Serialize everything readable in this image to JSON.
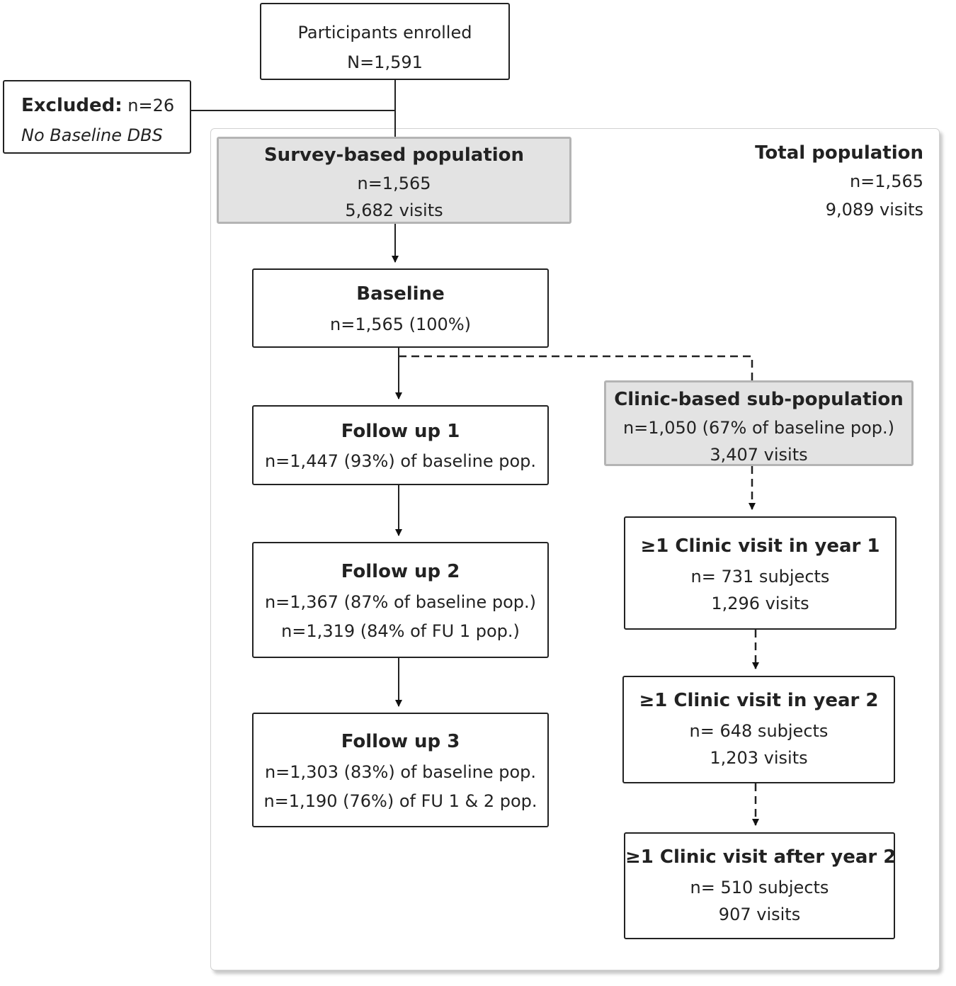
{
  "enrolled": {
    "title": "Participants enrolled",
    "count": "N=1,591"
  },
  "excluded": {
    "label": "Excluded:",
    "count": "n=26",
    "reason": "No Baseline DBS"
  },
  "total": {
    "title": "Total population",
    "count": "n=1,565",
    "visits": "9,089 visits"
  },
  "survey": {
    "title": "Survey-based population",
    "count": "n=1,565",
    "visits": "5,682 visits"
  },
  "baseline": {
    "title": "Baseline",
    "count": "n=1,565 (100%)"
  },
  "fu1": {
    "title": "Follow up 1",
    "line1": "n=1,447 (93%) of baseline pop."
  },
  "fu2": {
    "title": "Follow up 2",
    "line1": "n=1,367 (87% of baseline pop.)",
    "line2": "n=1,319 (84% of FU 1 pop.)"
  },
  "fu3": {
    "title": "Follow up 3",
    "line1": "n=1,303 (83%) of baseline pop.",
    "line2": "n=1,190 (76%) of FU 1 & 2 pop."
  },
  "clinic": {
    "title": "Clinic-based sub-population",
    "count": "n=1,050 (67% of baseline pop.)",
    "visits": "3,407 visits"
  },
  "cy1": {
    "title": "≥1 Clinic visit in year 1",
    "subjects": "n= 731 subjects",
    "visits": "1,296 visits"
  },
  "cy2": {
    "title": "≥1 Clinic visit in year 2",
    "subjects": "n= 648 subjects",
    "visits": "1,203 visits"
  },
  "cy3": {
    "title": "≥1 Clinic visit after year 2",
    "subjects": "n= 510 subjects",
    "visits": "907 visits"
  }
}
